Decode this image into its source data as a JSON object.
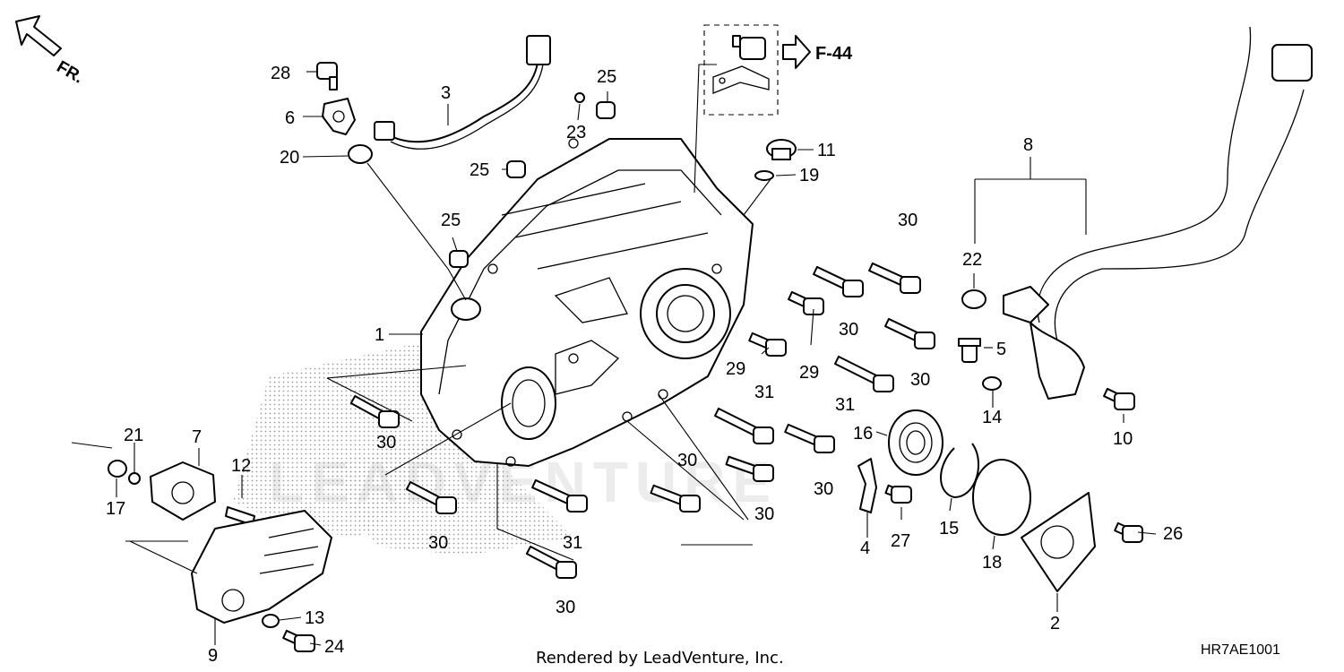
{
  "direction_label": "FR.",
  "reference_label": "F-44",
  "credit": "Rendered by LeadVenture, Inc.",
  "diagram_code": "HR7AE1001",
  "watermark": "LEADVENTURE",
  "callouts": {
    "c1": "1",
    "c2": "2",
    "c3": "3",
    "c4": "4",
    "c5": "5",
    "c6": "6",
    "c7": "7",
    "c8": "8",
    "c9": "9",
    "c10": "10",
    "c11": "11",
    "c12": "12",
    "c13": "13",
    "c14": "14",
    "c15": "15",
    "c16": "16",
    "c17": "17",
    "c18": "18",
    "c19": "19",
    "c20": "20",
    "c21": "21",
    "c22": "22",
    "c23": "23",
    "c24": "24",
    "c25": "25",
    "c26": "26",
    "c27": "27",
    "c28": "28",
    "c29": "29",
    "c30": "30",
    "c31": "31"
  }
}
